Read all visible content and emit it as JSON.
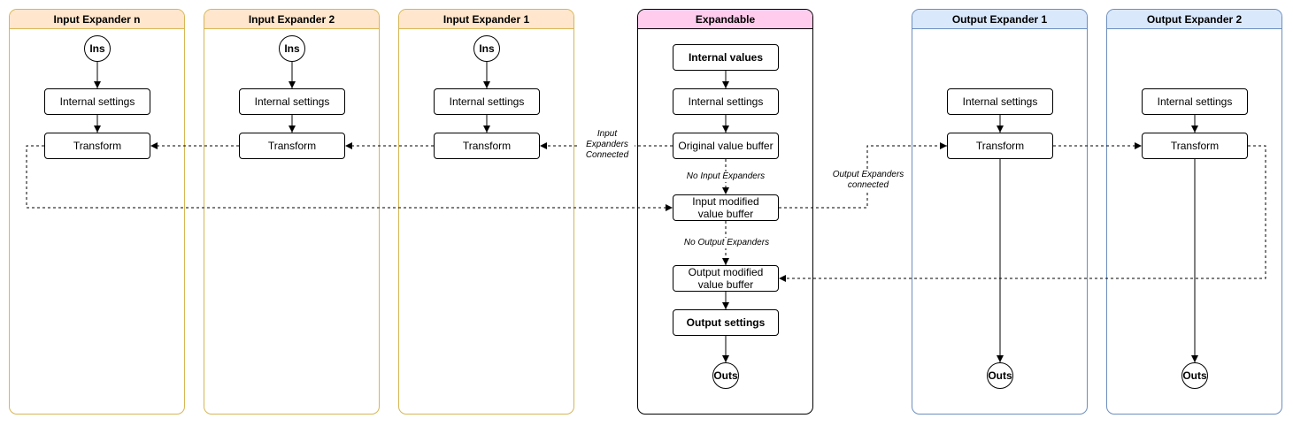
{
  "lanes": {
    "input_n": {
      "title": "Input Expander n",
      "start": "Ins",
      "settings": "Internal settings",
      "transform": "Transform"
    },
    "input_2": {
      "title": "Input Expander 2",
      "start": "Ins",
      "settings": "Internal settings",
      "transform": "Transform"
    },
    "input_1": {
      "title": "Input Expander 1",
      "start": "Ins",
      "settings": "Internal settings",
      "transform": "Transform"
    },
    "expandable": {
      "title": "Expandable",
      "internal_values": "Internal values",
      "internal_settings": "Internal settings",
      "original_buffer": "Original value buffer",
      "input_modified_buffer": "Input modified value buffer",
      "output_modified_buffer": "Output modified value buffer",
      "output_settings": "Output settings",
      "end": "Outs"
    },
    "output_1": {
      "title": "Output Expander 1",
      "settings": "Internal settings",
      "transform": "Transform",
      "end": "Outs"
    },
    "output_2": {
      "title": "Output Expander 2",
      "settings": "Internal settings",
      "transform": "Transform",
      "end": "Outs"
    }
  },
  "edge_labels": {
    "input_expanders_connected": "Input Expanders Connected",
    "output_expanders_connected": "Output Expanders connected",
    "no_input_expanders": "No Input Expanders",
    "no_output_expanders": "No Output Expanders"
  },
  "colors": {
    "input_lane_fill": "#ffe6cc",
    "input_lane_border": "#d6b656",
    "expandable_lane_fill": "#ffccee",
    "expandable_lane_border": "#000000",
    "output_lane_fill": "#dae8fc",
    "output_lane_border": "#6c8ebf"
  }
}
